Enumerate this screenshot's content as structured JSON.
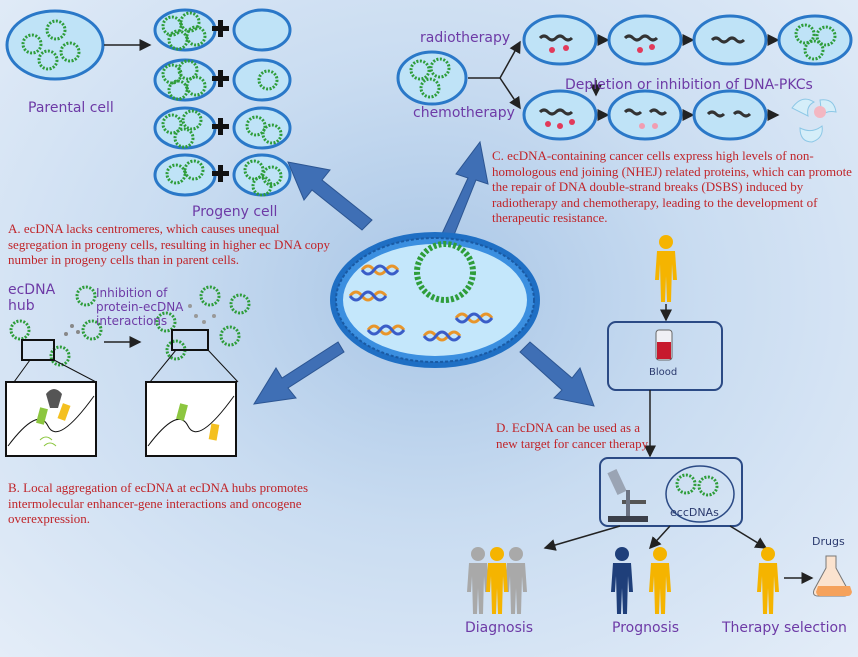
{
  "labels": {
    "parental_cell": "Parental cell",
    "progeny_cell": "Progeny cell",
    "radiotherapy": "radiotherapy",
    "chemotherapy": "chemotherapy",
    "depletion": "Depletion or inhibition of DNA-PKCs",
    "ecdna_hub_line1": "ecDNA",
    "ecdna_hub_line2": "hub",
    "inhibition_line1": "Inhibition of",
    "inhibition_line2": "protein-ecDNA",
    "inhibition_line3": "interactions",
    "blood": "Blood",
    "eccdnas": "eccDNAs",
    "drugs": "Drugs",
    "diagnosis": "Diagnosis",
    "prognosis": "Prognosis",
    "therapy_selection": "Therapy selection"
  },
  "texts": {
    "A": "A. ecDNA lacks centromeres, which causes unequal segregation in progeny cells, resulting in higher ec DNA copy number in progeny cells than in parent cells.",
    "B": "B. Local aggregation of ecDNA at ecDNA hubs promotes intermolecular enhancer-gene interactions and oncogene overexpression.",
    "C": "C. ecDNA-containing cancer cells express high levels of non-homologous end joining (NHEJ) related proteins, which can promote the repair of DNA double-strand breaks (DSBS) induced by radiotherapy and chemotherapy, leading to the development of therapeutic resistance.",
    "D_line1": "D. EcDNA can be used as a",
    "D_line2": "new target for cancer therapy"
  },
  "colors": {
    "cell_fill": "#bfe3f7",
    "cell_border": "#2a78c8",
    "ecdna_ring": "#2e9d3a",
    "arrow_blue": "#3f6fb5",
    "human_gold": "#f5b400",
    "human_grey": "#a9a9a9",
    "human_navy": "#1f3f7a",
    "label_purple": "#6d3aa6",
    "text_red": "#c0252a"
  }
}
